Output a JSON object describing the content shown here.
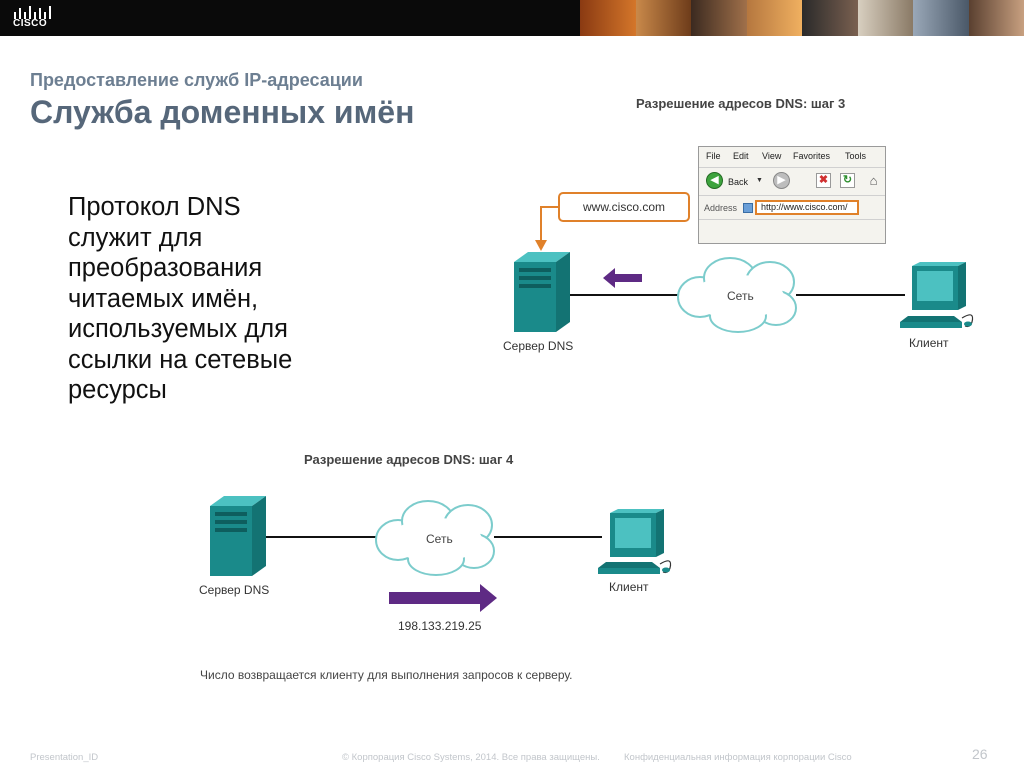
{
  "branding": {
    "logo_text": "CISCO"
  },
  "header": {
    "subtitle": "Предоставление служб IP-адресации",
    "title": "Служба доменных имён"
  },
  "body_text": "Протокол DNS служит для преобразования читаемых имён, используемых для ссылки на сетевые ресурсы",
  "step3": {
    "title": "Разрешение адресов DNS: шаг 3",
    "callout": "www.cisco.com",
    "browser": {
      "menu": [
        "File",
        "Edit",
        "View",
        "Favorites",
        "Tools"
      ],
      "back_label": "Back",
      "address_label": "Address",
      "address_value": "http://www.cisco.com/"
    },
    "server_label": "Сервер DNS",
    "network_label": "Сеть",
    "client_label": "Клиент"
  },
  "step4": {
    "title": "Разрешение адресов DNS: шаг 4",
    "server_label": "Сервер DNS",
    "network_label": "Сеть",
    "client_label": "Клиент",
    "ip_address": "198.133.219.25",
    "caption": "Число возвращается клиенту для выполнения запросов к серверу."
  },
  "footer": {
    "presentation_id": "Presentation_ID",
    "copyright": "© Корпорация Cisco Systems, 2014. Все права защищены.",
    "confidential": "Конфиденциальная информация корпорации Cisco",
    "page_number": "26"
  },
  "colors": {
    "device": "#1a8a8a",
    "device_light": "#4cc1c1",
    "arrow": "#5e2a84",
    "callout": "#e0812a",
    "heading": "#56677a"
  }
}
